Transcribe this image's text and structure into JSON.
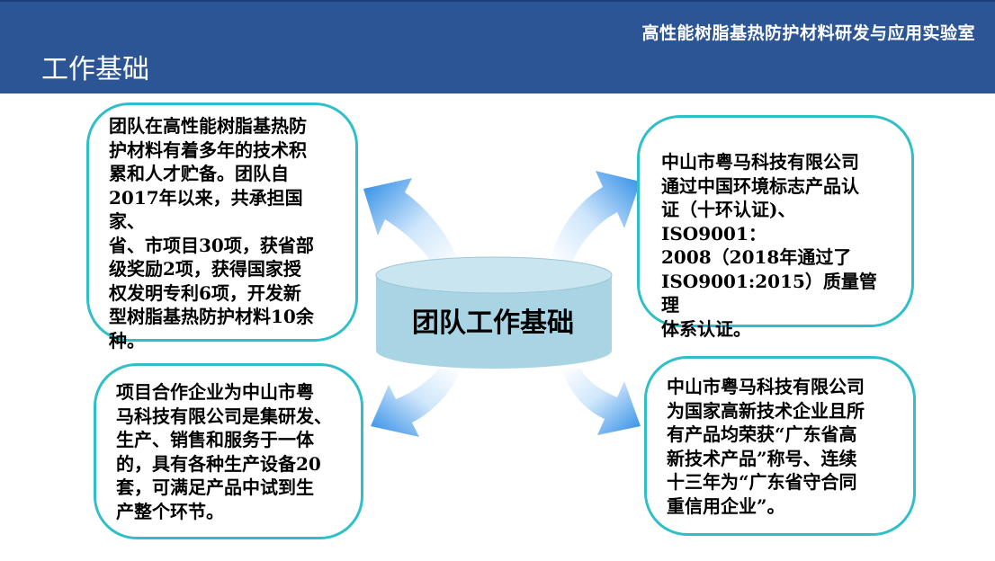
{
  "header": {
    "lab_name": "高性能树脂基热防护材料研发与应用实验室",
    "page_title": "工作基础"
  },
  "center": {
    "label": "团队工作基础"
  },
  "cards": {
    "top_left": [
      "团队在高性能树脂基热防",
      "护材料有着多年的技术积",
      "累和人才贮备。团队自",
      "2017年以来，共承担国家、",
      "省、市项目30项，获省部",
      "级奖励2项，获得国家授",
      "权发明专利6项，开发新",
      "型树脂基热防护材料10余",
      "种。"
    ],
    "top_right": [
      "中山市粤马科技有限公司",
      "通过中国环境标志产品认",
      "证（十环认证)、ISO9001：",
      "2008（2018年通过了",
      "ISO9001:2015）质量管理",
      "体系认证。"
    ],
    "bottom_left": [
      "项目合作企业为中山市粤",
      "马科技有限公司是集研发、",
      "生产、销售和服务于一体",
      "的，具有各种生产设备20",
      "套，可满足产品中试到生",
      "产整个环节。"
    ],
    "bottom_right": [
      "中山市粤马科技有限公司",
      "为国家高新技术企业且所",
      "有产品均荣获“广东省高",
      "新技术产品”称号、连续",
      "十三年为“广东省守合同",
      "重信用企业”。"
    ]
  },
  "colors": {
    "header_bg": "#2c5596",
    "card_border": "#2fbfc8",
    "cylinder_body": "#a9d4e4",
    "arrow_blue": "#2b8be6"
  }
}
